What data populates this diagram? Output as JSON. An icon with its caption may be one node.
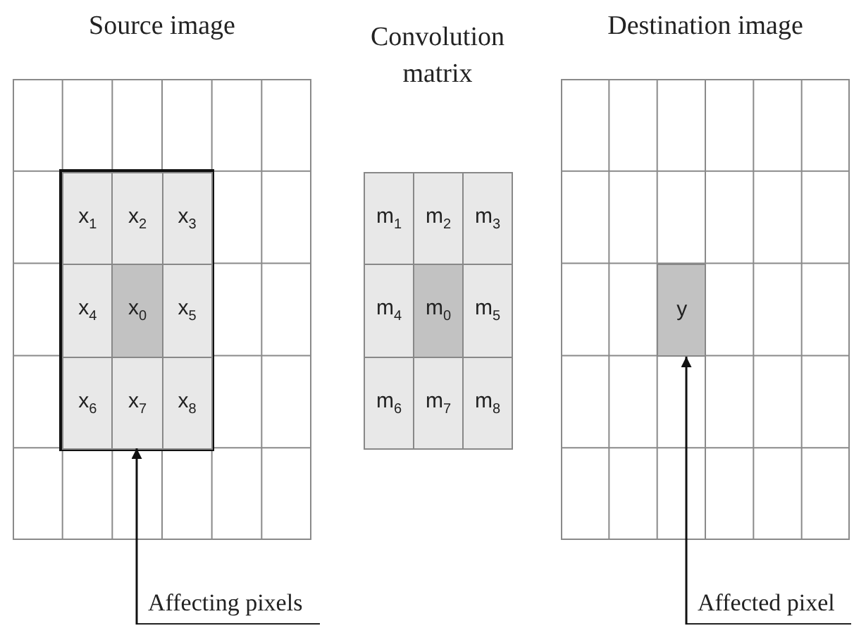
{
  "diagram": {
    "nodes": [
      {
        "text": [
          "Source image"
        ]
      },
      {
        "text": [],
        "shape": "box",
        "in": 0
      },
      {
        "text": [
          "x$_{1}$"
        ],
        "in": 1
      },
      {
        "text": [
          "x$_{2}$"
        ],
        "in": 1
      },
      {
        "text": [
          "x$_{3}$"
        ],
        "in": 1
      },
      {
        "text": [
          "x$_{4}$"
        ],
        "in": 1
      },
      {
        "text": [
          "x$_{0}$"
        ],
        "in": 1
      },
      {
        "text": [
          "x$_{5}$"
        ],
        "in": 1
      },
      {
        "text": [
          "x$_{6}$"
        ],
        "in": 1
      },
      {
        "text": [
          "x$_{7}$"
        ],
        "in": 1
      },
      {
        "text": [
          "x$_{8}$"
        ],
        "in": 1
      },
      {
        "text": [
          "Convolution matrix"
        ]
      },
      {
        "text": [
          "m$_{1}$"
        ],
        "in": 11
      },
      {
        "text": [
          "m$_{2}$"
        ],
        "in": 11
      },
      {
        "text": [
          "m$_{3}$"
        ],
        "in": 11
      },
      {
        "text": [
          "m$_{4}$"
        ],
        "in": 11
      },
      {
        "text": [
          "m$_{0}$"
        ],
        "in": 11
      },
      {
        "text": [
          "m$_{5}$"
        ],
        "in": 11
      },
      {
        "text": [
          "m$_{6}$"
        ],
        "in": 11
      },
      {
        "text": [
          "m$_{7}$"
        ],
        "in": 11
      },
      {
        "text": [
          "m$_{8}$"
        ],
        "in": 11
      },
      {
        "text": [
          "Destination image"
        ]
      },
      {
        "text": [
          "y"
        ],
        "in": 21
      },
      {
        "text": [
          "Affecting pixels"
        ]
      },
      {
        "text": [
          "Affected pixel"
        ]
      }
    ],
    "edges": [
      {
        "from": 23,
        "to": 1,
        "arrow": "to"
      },
      {
        "from": 24,
        "to": 22,
        "arrow": "to"
      }
    ]
  }
}
